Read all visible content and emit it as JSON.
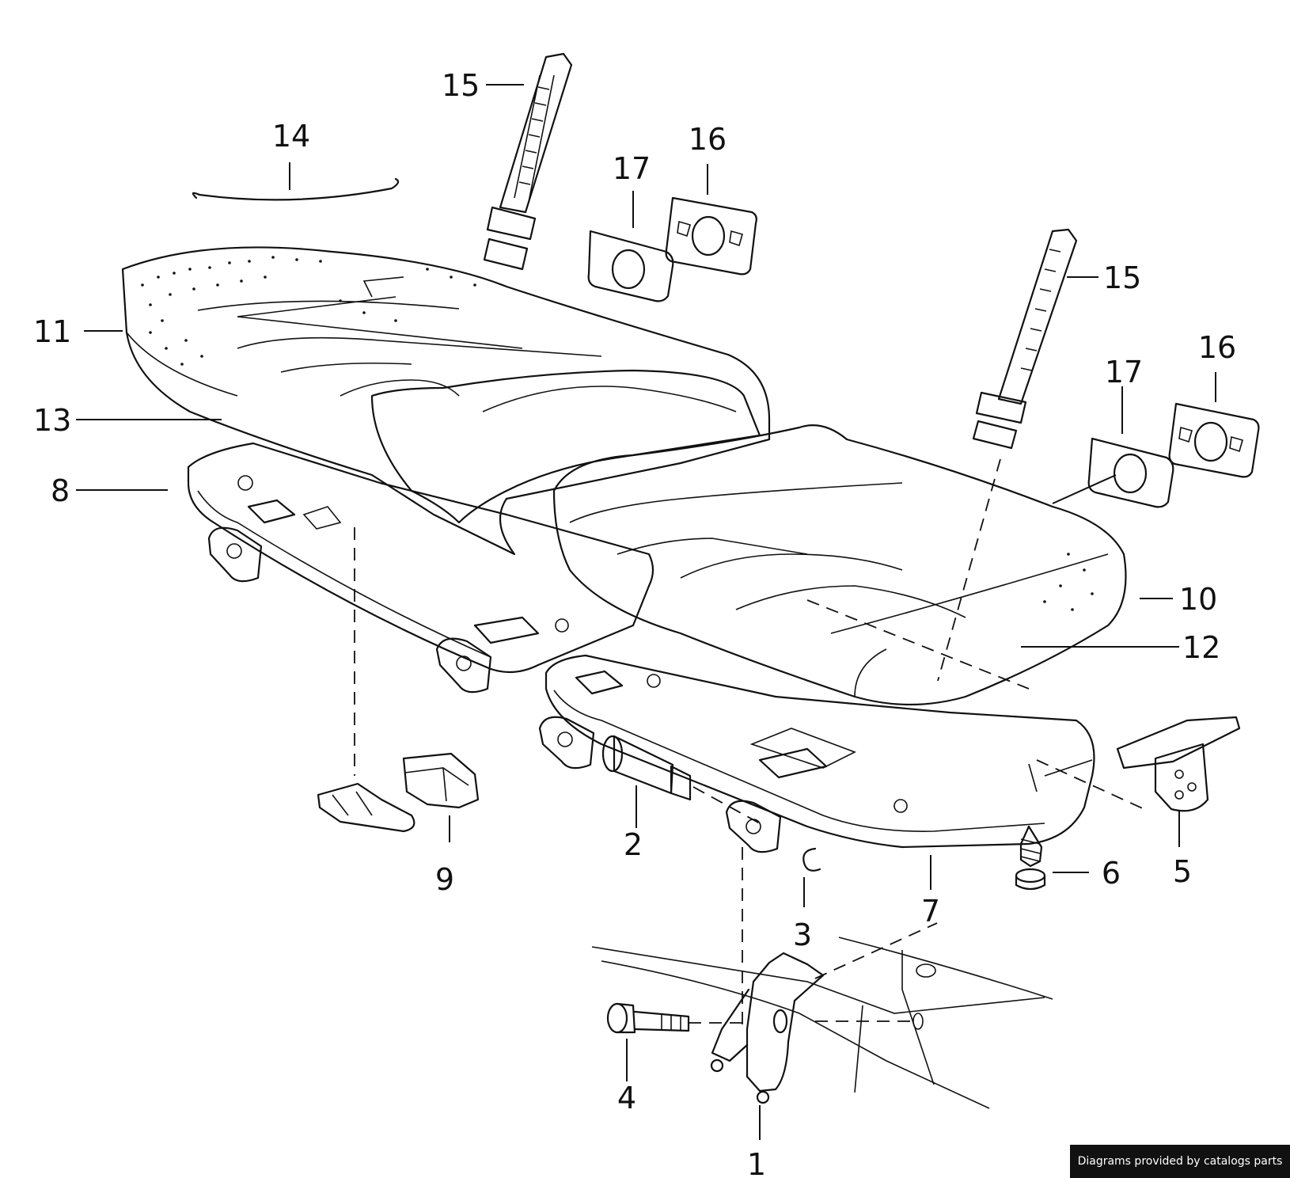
{
  "diagram": {
    "title": "Rear seat cushion assembly exploded parts diagram",
    "callouts": [
      {
        "id": "c1",
        "text": "1"
      },
      {
        "id": "c2",
        "text": "2"
      },
      {
        "id": "c3",
        "text": "3"
      },
      {
        "id": "c4",
        "text": "4"
      },
      {
        "id": "c5",
        "text": "5"
      },
      {
        "id": "c6",
        "text": "6"
      },
      {
        "id": "c7",
        "text": "7"
      },
      {
        "id": "c8",
        "text": "8"
      },
      {
        "id": "c9",
        "text": "9"
      },
      {
        "id": "c10",
        "text": "10"
      },
      {
        "id": "c11",
        "text": "11"
      },
      {
        "id": "c12",
        "text": "12"
      },
      {
        "id": "c13",
        "text": "13"
      },
      {
        "id": "c14",
        "text": "14"
      },
      {
        "id": "c15a",
        "text": "15"
      },
      {
        "id": "c15b",
        "text": "15"
      },
      {
        "id": "c16a",
        "text": "16"
      },
      {
        "id": "c16b",
        "text": "16"
      },
      {
        "id": "c17a",
        "text": "17"
      },
      {
        "id": "c17b",
        "text": "17"
      }
    ]
  },
  "footer": {
    "credit": "Diagrams provided by catalogs parts"
  },
  "colors": {
    "line": "#111111",
    "background": "#ffffff",
    "credit_bg": "#111111",
    "credit_text": "#ffffff"
  }
}
